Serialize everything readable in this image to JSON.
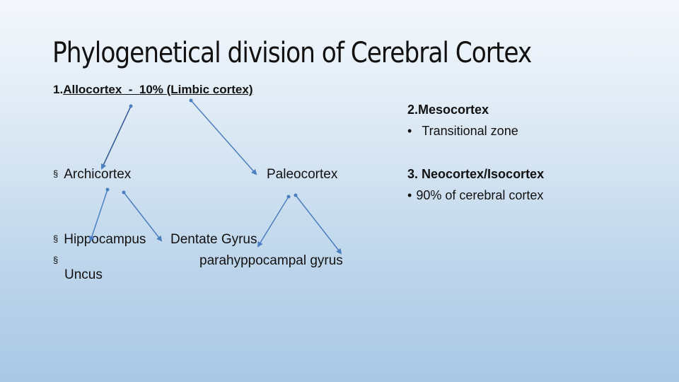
{
  "slide": {
    "title": "Phylogenetical division of Cerebral Cortex",
    "allocortex": {
      "number": "1.",
      "name": "Allocortex",
      "separator": "  -  ",
      "detail": "10%  (Limbic cortex)"
    },
    "mesocortex": {
      "heading": "2.Mesocortex",
      "bullet": "Transitional zone"
    },
    "neocortex": {
      "heading": "3. Neocortex/Isocortex",
      "bullet": "90% of cerebral cortex"
    },
    "archicortex": "Archicortex",
    "paleocortex": "Paleocortex",
    "hippocampus": "Hippocampus",
    "dentate_gyrus": "Dentate Gyrus",
    "parahippocampal": "parahyppocampal gyrus",
    "uncus": "Uncus",
    "bullet_square": "§",
    "bullet_dot": "•",
    "arrow_color": "#4a7fc0"
  }
}
